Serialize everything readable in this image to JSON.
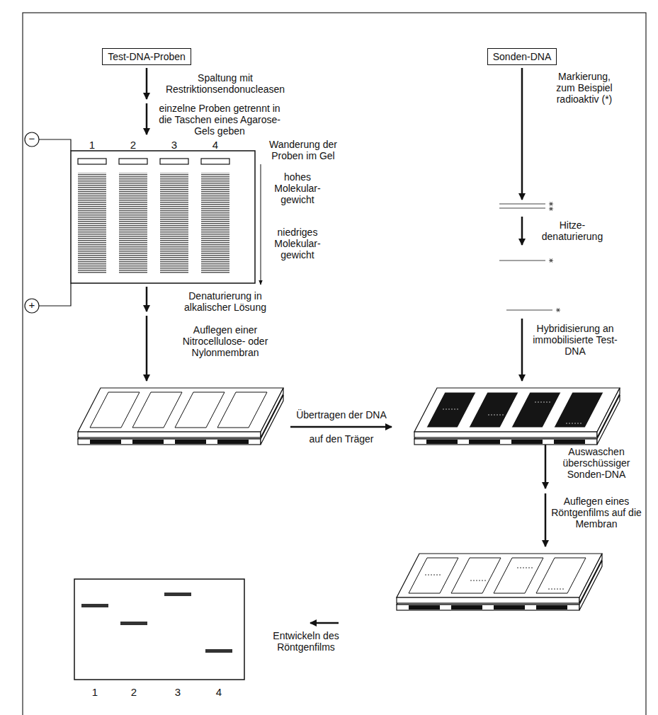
{
  "diagram": {
    "nodes": [
      {
        "text": [
          "Test-DNA-Proben"
        ]
      },
      {
        "text": [
          "Sonden-DNA"
        ]
      }
    ],
    "labels": [
      "Spaltung mit Restriktionsendonucleasen",
      "einzelne Proben getrennt in die Taschen eines Agarose-Gels geben",
      "−",
      "1",
      "2",
      "3",
      "4",
      "Wanderung der Proben im Gel",
      "hohes Molekular- gewicht",
      "niedriges Molekular- gewicht",
      "+",
      "Denaturierung in alkalischer Lösung",
      "Auflegen einer Nitrocellulose- oder Nylonmembran",
      "Übertragen der DNA",
      "auf den Träger",
      "Markierung, zum Beispiel radioaktiv (*)",
      "Hitze- denaturierung",
      "Hybridisierung an immobilisierte Test-DNA",
      "Auswaschen überschüssiger Sonden-DNA",
      "Auflegen eines Röntgenfilms auf die Membran",
      "Entwickeln des Röntgenfilms",
      "1",
      "2",
      "3",
      "4"
    ]
  }
}
